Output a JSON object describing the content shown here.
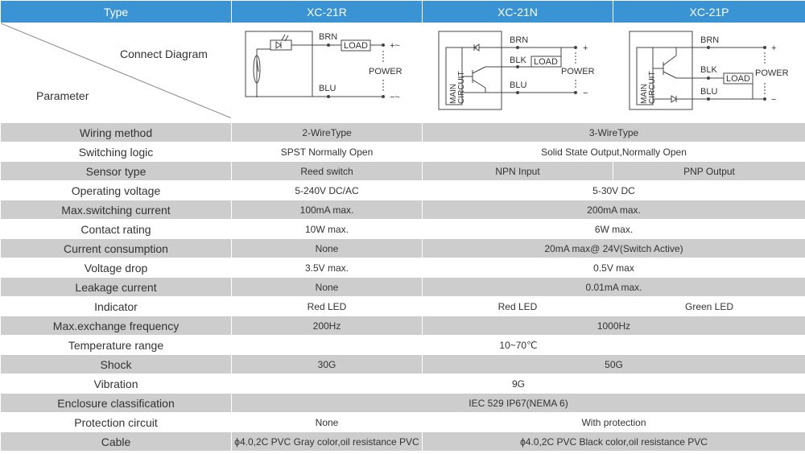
{
  "header": {
    "type": "Type",
    "models": [
      "XC-21R",
      "XC-21N",
      "XC-21P"
    ]
  },
  "diagram": {
    "connect_label": "Connect Diagram",
    "parameter_label": "Parameter",
    "brn": "BRN",
    "blk": "BLK",
    "blu": "BLU",
    "load": "LOAD",
    "power": "POWER",
    "plus": "+",
    "minus": "−",
    "plus_ac": "+~",
    "minus_ac": "−~",
    "main_circuit_1": "MAIN",
    "main_circuit_2": "CIRCUIT"
  },
  "rows": [
    {
      "label": "Wiring method",
      "r": "2-WireType",
      "np": "3-WireType"
    },
    {
      "label": "Switching logic",
      "r": "SPST Normally Open",
      "np": "Solid State Output,Normally Open"
    },
    {
      "label": "Sensor type",
      "r": "Reed switch",
      "n": "NPN Input",
      "p": "PNP Output"
    },
    {
      "label": "Operating voltage",
      "r": "5-240V DC/AC",
      "np": "5-30V DC"
    },
    {
      "label": "Max.switching current",
      "r": "100mA  max.",
      "np": "200mA max."
    },
    {
      "label": "Contact rating",
      "r": "10W max.",
      "np": "6W max."
    },
    {
      "label": "Current consumption",
      "r": "None",
      "np": "20mA  max@  24V(Switch Active)"
    },
    {
      "label": "Voltage drop",
      "r": "3.5V max.",
      "np": "0.5V max"
    },
    {
      "label": "Leakage current",
      "r": "None",
      "np": "0.01mA max."
    },
    {
      "label": "Indicator",
      "r": "Red LED",
      "n": "Red LED",
      "p": "Green LED"
    },
    {
      "label": "Max.exchange frequency",
      "r": "200Hz",
      "np": "1000Hz"
    },
    {
      "label": "Temperature range",
      "all": "10~70℃"
    },
    {
      "label": "Shock",
      "r": "30G",
      "np": "50G"
    },
    {
      "label": "Vibration",
      "all": "9G"
    },
    {
      "label": "Enclosure classification",
      "all": "IEC 529 IP67(NEMA 6)"
    },
    {
      "label": "Protection circuit",
      "r": "None",
      "np": "With protection"
    },
    {
      "label": "Cable",
      "r": "ϕ4.0,2C PVC Gray color,oil resistance PVC",
      "np": "ϕ4.0,2C PVC Black color,oil resistance PVC"
    }
  ],
  "colors": {
    "header": "#3a93d3",
    "shade": "#cdcdcd",
    "line": "#444444"
  }
}
